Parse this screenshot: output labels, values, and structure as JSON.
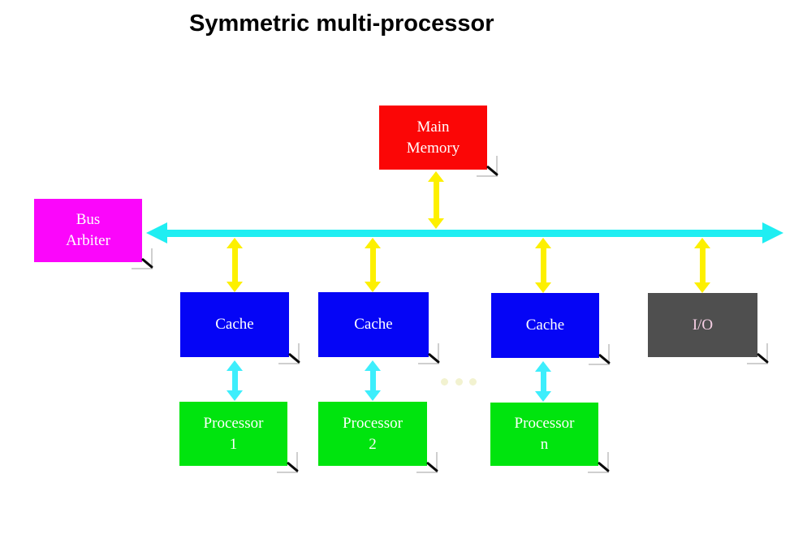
{
  "title": "Symmetric multi-processor",
  "colors": {
    "main_memory": "#fb0606",
    "bus_arbiter": "#fb06fb",
    "cache": "#0505f6",
    "processor": "#00e40e",
    "io_box": "#4f4f4f",
    "io_text": "#f6cfe4",
    "box_text": "#ffffff",
    "title_text": "#000000",
    "bus": "#1feef2",
    "yellow_arrow": "#fdf000",
    "cyan_arrow": "#3deefc",
    "continuation_dots": "#f2f2d0"
  },
  "nodes": {
    "main_memory": {
      "label": "Main\nMemory"
    },
    "bus_arbiter": {
      "label": "Bus\nArbiter"
    },
    "cache1": {
      "label": "Cache"
    },
    "cache2": {
      "label": "Cache"
    },
    "cache3": {
      "label": "Cache"
    },
    "io": {
      "label": "I/O"
    },
    "processor1": {
      "label": "Processor\n1"
    },
    "processor2": {
      "label": "Processor\n2"
    },
    "processor_n": {
      "label": "Processor\nn"
    }
  }
}
